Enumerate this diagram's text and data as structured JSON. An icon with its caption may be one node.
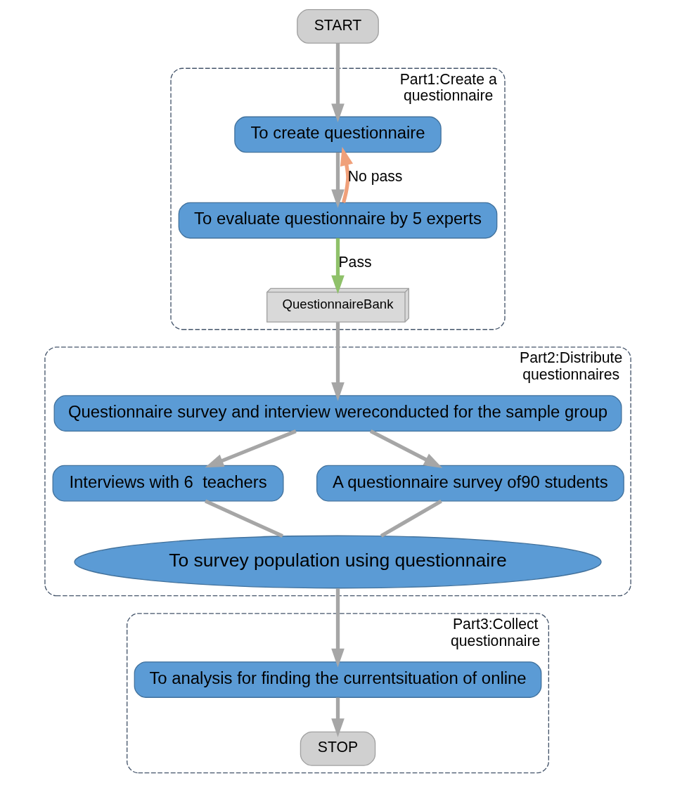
{
  "diagram": {
    "nodes": [
      {
        "text": [
          "Part1:Create a questionnaire"
        ]
      },
      {
        "text": [
          "START"
        ]
      },
      {
        "text": [
          "To create questionnaire"
        ],
        "in": 0
      },
      {
        "text": [
          "To evaluate questionnaire by 5 experts"
        ],
        "in": 0
      },
      {
        "text": [
          "QuestionnaireBank"
        ],
        "in": 0
      },
      {
        "text": [
          "Part2:Distribute questionnaires"
        ]
      },
      {
        "text": [
          "Questionnaire survey and interview wereconducted for the sample group"
        ],
        "in": 5
      },
      {
        "text": [
          "Interviews with 6  teachers"
        ],
        "in": 5
      },
      {
        "text": [
          "A questionnaire survey of90 students"
        ],
        "in": 5
      },
      {
        "text": [
          "To survey population using questionnaire"
        ],
        "in": 5
      },
      {
        "text": [
          "Part3:Collect questionnaire"
        ]
      },
      {
        "text": [
          "To analysis for finding the currentsituation of online"
        ],
        "in": 10
      },
      {
        "text": [
          "STOP"
        ],
        "in": 10
      }
    ],
    "edges": [
      {
        "from": 1,
        "to": 2,
        "arrow": "to"
      },
      {
        "from": 2,
        "to": 3,
        "arrow": "to"
      },
      {
        "from": 3,
        "to": 4,
        "arrow": "to",
        "label": "Pass",
        "color": "#8fc16a"
      },
      {
        "from": 3,
        "to": 2,
        "arrow": "to",
        "label": "No pass",
        "color": "#f0a07a"
      },
      {
        "from": 4,
        "to": 6,
        "arrow": "to"
      },
      {
        "from": 6,
        "to": 7,
        "arrow": "to"
      },
      {
        "from": 6,
        "to": 8,
        "arrow": "to"
      },
      {
        "from": 7,
        "to": 9,
        "arrow": "none"
      },
      {
        "from": 8,
        "to": 9,
        "arrow": "none"
      },
      {
        "from": 9,
        "to": 11,
        "arrow": "to"
      },
      {
        "from": 11,
        "to": 12,
        "arrow": "to"
      }
    ]
  }
}
